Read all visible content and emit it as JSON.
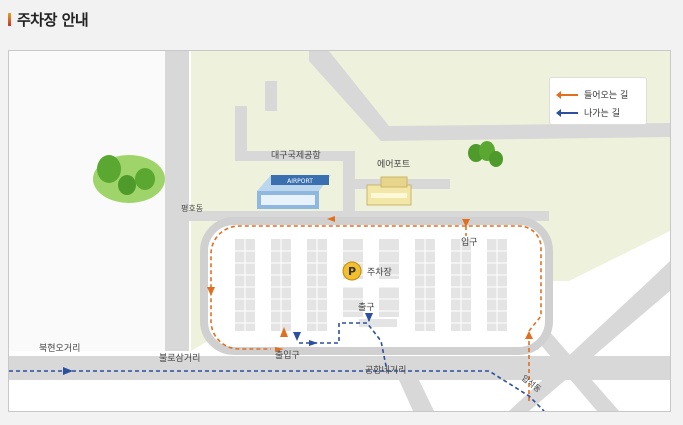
{
  "header": {
    "title": "주차장 안내"
  },
  "legend": {
    "in_label": "들어오는 길",
    "out_label": "나가는 길"
  },
  "map": {
    "labels": {
      "airport_terminal": "대구국제공항",
      "airport_sign": "AIRPORT",
      "airport_hotel": "에어포트",
      "pyeongho": "평호동",
      "entrance": "입구",
      "parking_symbol": "P",
      "parking": "주차장",
      "exit": "출구",
      "in_out": "출입구",
      "bukhyeon": "북현오거리",
      "bulro": "불로삼거리",
      "airport_4way": "공항네거리",
      "ipseok": "입석동"
    }
  },
  "colors": {
    "in_route": "#e07020",
    "out_route": "#2c4fa0",
    "road": "#d6d6d6",
    "green": "#eef2dc"
  }
}
